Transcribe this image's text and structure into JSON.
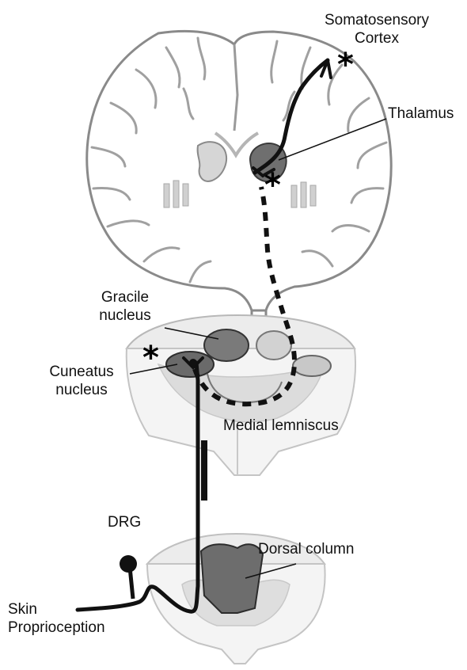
{
  "labels": {
    "somatosensory_cortex": [
      "Somatosensory",
      "Cortex"
    ],
    "thalamus": "Thalamus",
    "gracile_nucleus": [
      "Gracile",
      "nucleus"
    ],
    "cuneatus_nucleus": [
      "Cuneatus",
      "nucleus"
    ],
    "medial_lemniscus": "Medial lemniscus",
    "drg": "DRG",
    "dorsal_column": "Dorsal column",
    "skin_proprioception": [
      "Skin",
      "Proprioception"
    ]
  },
  "markers": {
    "asterisk": "*"
  }
}
